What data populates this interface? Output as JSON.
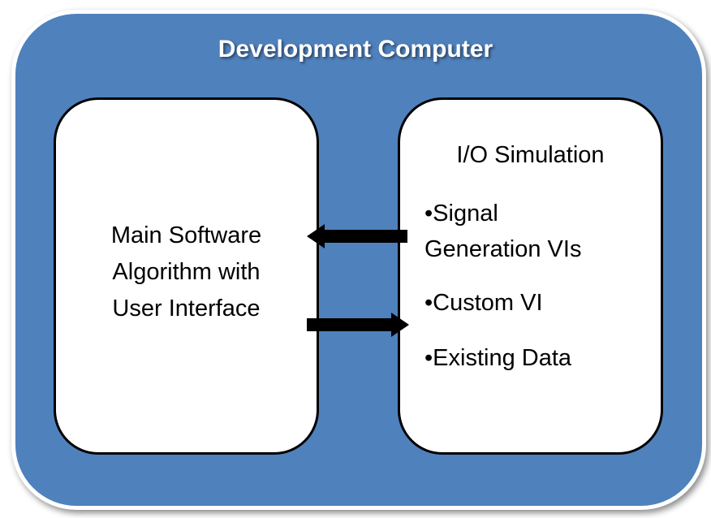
{
  "title": "Development Computer",
  "main_box": {
    "lines": [
      "Main Software",
      "Algorithm with",
      "User Interface"
    ]
  },
  "io_box": {
    "title": "I/O Simulation",
    "items": [
      "•Signal Generation VIs",
      "•Custom VI",
      "•Existing Data"
    ],
    "item0_lines": [
      "•Signal",
      "Generation VIs"
    ]
  },
  "colors": {
    "background": "#4f81bd"
  }
}
